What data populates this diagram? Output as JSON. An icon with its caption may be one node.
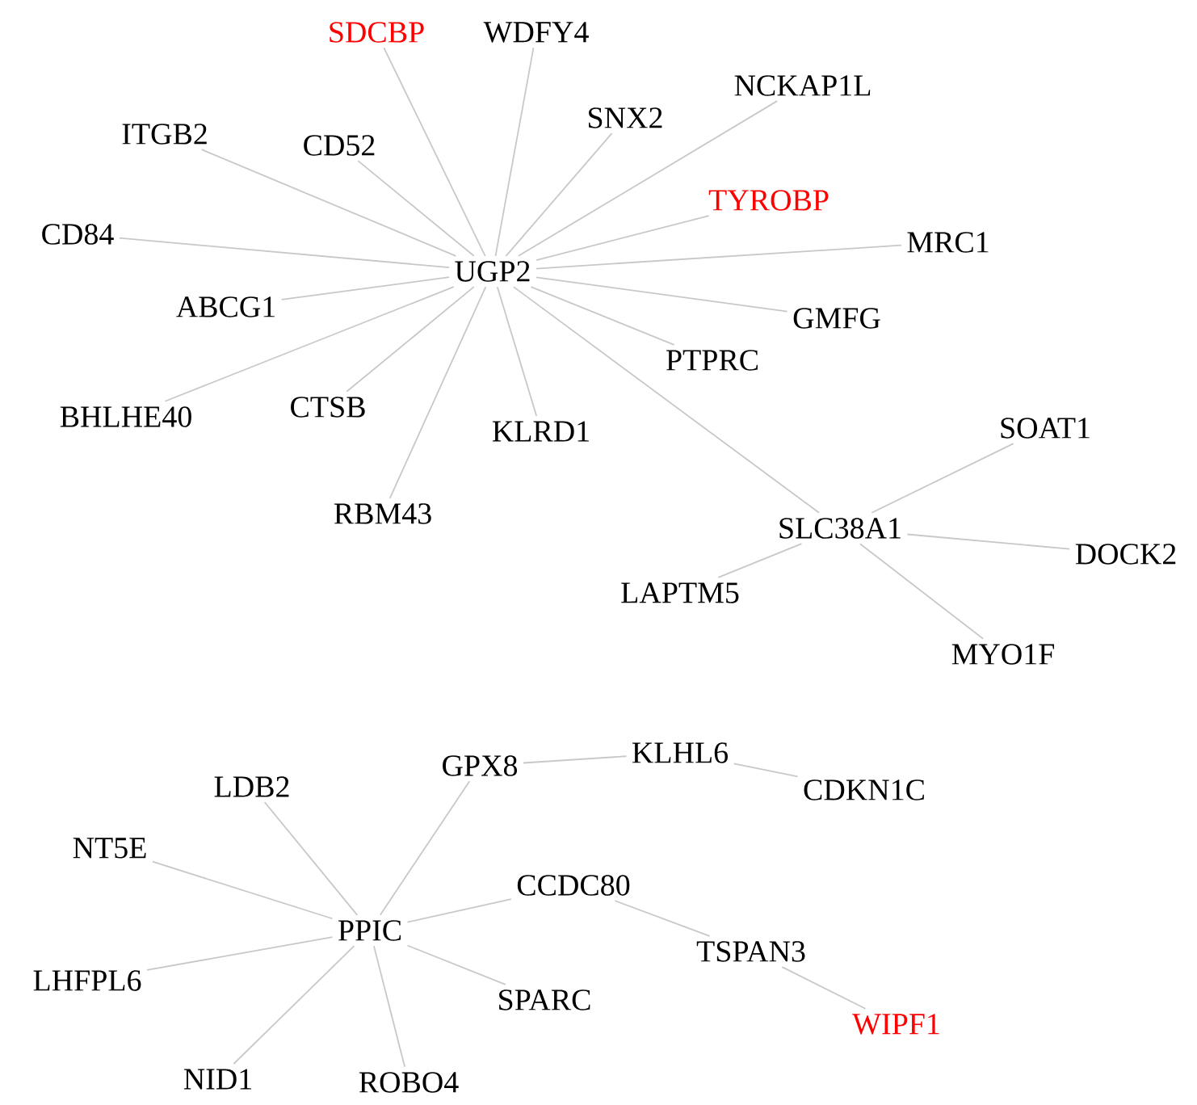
{
  "diagram": {
    "nodes": [
      {
        "text": [
          "UGP2"
        ]
      },
      {
        "text": [
          "SDCBP"
        ]
      },
      {
        "text": [
          "WDFY4"
        ]
      },
      {
        "text": [
          "ITGB2"
        ]
      },
      {
        "text": [
          "CD52"
        ]
      },
      {
        "text": [
          "SNX2"
        ]
      },
      {
        "text": [
          "NCKAP1L"
        ]
      },
      {
        "text": [
          "TYROBP"
        ]
      },
      {
        "text": [
          "CD84"
        ]
      },
      {
        "text": [
          "MRC1"
        ]
      },
      {
        "text": [
          "ABCG1"
        ]
      },
      {
        "text": [
          "GMFG"
        ]
      },
      {
        "text": [
          "PTPRC"
        ]
      },
      {
        "text": [
          "BHLHE40"
        ]
      },
      {
        "text": [
          "CTSB"
        ]
      },
      {
        "text": [
          "KLRD1"
        ]
      },
      {
        "text": [
          "RBM43"
        ]
      },
      {
        "text": [
          "SLC38A1"
        ]
      },
      {
        "text": [
          "SOAT1"
        ]
      },
      {
        "text": [
          "DOCK2"
        ]
      },
      {
        "text": [
          "LAPTM5"
        ]
      },
      {
        "text": [
          "MYO1F"
        ]
      },
      {
        "text": [
          "GPX8"
        ]
      },
      {
        "text": [
          "KLHL6"
        ]
      },
      {
        "text": [
          "CDKN1C"
        ]
      },
      {
        "text": [
          "LDB2"
        ]
      },
      {
        "text": [
          "NT5E"
        ]
      },
      {
        "text": [
          "CCDC80"
        ]
      },
      {
        "text": [
          "PPIC"
        ]
      },
      {
        "text": [
          "LHFPL6"
        ]
      },
      {
        "text": [
          "TSPAN3"
        ]
      },
      {
        "text": [
          "SPARC"
        ]
      },
      {
        "text": [
          "WIPF1"
        ]
      },
      {
        "text": [
          "NID1"
        ]
      },
      {
        "text": [
          "ROBO4"
        ]
      }
    ],
    "edges": [
      {
        "from": 0,
        "to": 1,
        "arrow": "none"
      },
      {
        "from": 0,
        "to": 2,
        "arrow": "none"
      },
      {
        "from": 0,
        "to": 3,
        "arrow": "none"
      },
      {
        "from": 0,
        "to": 4,
        "arrow": "none"
      },
      {
        "from": 0,
        "to": 5,
        "arrow": "none"
      },
      {
        "from": 0,
        "to": 6,
        "arrow": "none"
      },
      {
        "from": 0,
        "to": 7,
        "arrow": "none"
      },
      {
        "from": 0,
        "to": 8,
        "arrow": "none"
      },
      {
        "from": 0,
        "to": 9,
        "arrow": "none"
      },
      {
        "from": 0,
        "to": 10,
        "arrow": "none"
      },
      {
        "from": 0,
        "to": 11,
        "arrow": "none"
      },
      {
        "from": 0,
        "to": 12,
        "arrow": "none"
      },
      {
        "from": 0,
        "to": 13,
        "arrow": "none"
      },
      {
        "from": 0,
        "to": 14,
        "arrow": "none"
      },
      {
        "from": 0,
        "to": 15,
        "arrow": "none"
      },
      {
        "from": 0,
        "to": 16,
        "arrow": "none"
      },
      {
        "from": 0,
        "to": 17,
        "arrow": "none"
      },
      {
        "from": 17,
        "to": 18,
        "arrow": "none"
      },
      {
        "from": 17,
        "to": 19,
        "arrow": "none"
      },
      {
        "from": 17,
        "to": 20,
        "arrow": "none"
      },
      {
        "from": 17,
        "to": 21,
        "arrow": "none"
      },
      {
        "from": 22,
        "to": 23,
        "arrow": "none"
      },
      {
        "from": 23,
        "to": 24,
        "arrow": "none"
      },
      {
        "from": 28,
        "to": 22,
        "arrow": "none"
      },
      {
        "from": 28,
        "to": 25,
        "arrow": "none"
      },
      {
        "from": 28,
        "to": 26,
        "arrow": "none"
      },
      {
        "from": 28,
        "to": 27,
        "arrow": "none"
      },
      {
        "from": 28,
        "to": 29,
        "arrow": "none"
      },
      {
        "from": 28,
        "to": 31,
        "arrow": "none"
      },
      {
        "from": 28,
        "to": 33,
        "arrow": "none"
      },
      {
        "from": 28,
        "to": 34,
        "arrow": "none"
      },
      {
        "from": 27,
        "to": 30,
        "arrow": "none"
      },
      {
        "from": 30,
        "to": 32,
        "arrow": "none"
      }
    ]
  }
}
